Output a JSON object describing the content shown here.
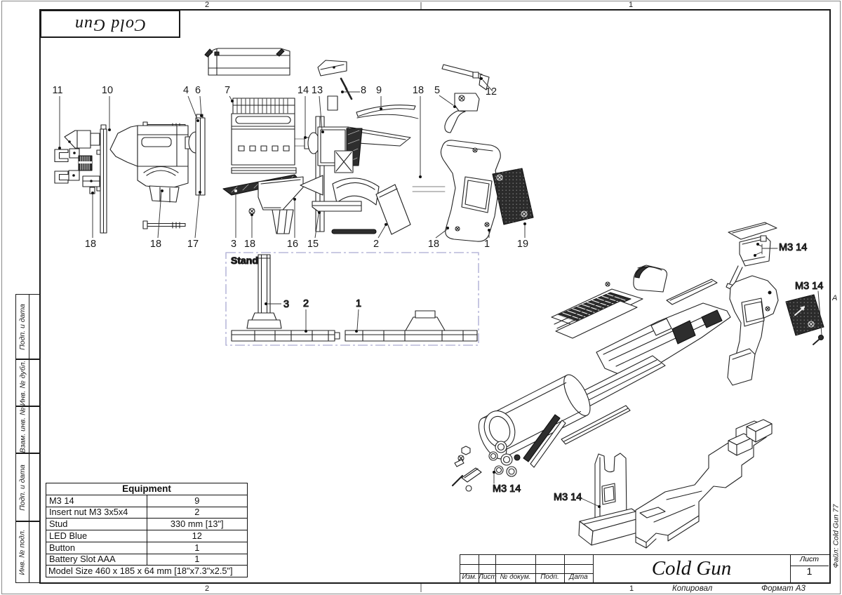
{
  "sheet": {
    "stamp_title": "Cold Gun",
    "file_note": "Файл: Cold Gun 77",
    "side_labels": [
      "Подп. и дата",
      "Инв. № дубл.",
      "Взам. инв. №",
      "Подп. и дата",
      "Инв. № подл."
    ],
    "zone_top": [
      "2",
      "1"
    ],
    "zone_bottom": [
      "2",
      "1"
    ],
    "zone_right": "A"
  },
  "title_block": {
    "title": "Cold Gun",
    "cols": [
      "Изм.",
      "Лист",
      "№ докум.",
      "Подп.",
      "Дата"
    ],
    "sheet_word": "Лист",
    "sheet_no": "1",
    "copied": "Копировал",
    "format": "Формат А3"
  },
  "equipment": {
    "header": "Equipment",
    "rows": [
      [
        "M3 14",
        "9"
      ],
      [
        "Insert nut M3 3x5x4",
        "2"
      ],
      [
        "Stud",
        "330 mm [13\"]"
      ],
      [
        "LED Blue",
        "12"
      ],
      [
        "Button",
        "1"
      ],
      [
        "Battery Slot AAA",
        "1"
      ]
    ],
    "size_note": "Model Size 460 x 185 x 64 mm [18\"x7.3\"x2.5\"]"
  },
  "stand": {
    "label": "Stand",
    "callouts": [
      "3",
      "2",
      "1"
    ]
  },
  "callouts_top": [
    "11",
    "10",
    "4",
    "6",
    "7",
    "14",
    "13",
    "8",
    "9",
    "18",
    "5",
    "12"
  ],
  "callouts_bottom": [
    "18",
    "18",
    "17",
    "3",
    "18",
    "16",
    "15",
    "2",
    "18",
    "1",
    "19"
  ],
  "fastener_labels": [
    "M3 14",
    "M3 14",
    "M3 14",
    "M3 14"
  ],
  "colors": {
    "line": "#1a1a1a",
    "dark_fill": "#2e2e2e",
    "stand_border": "#b9b9da"
  }
}
